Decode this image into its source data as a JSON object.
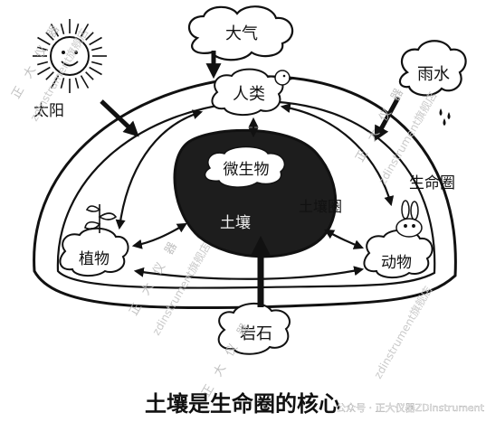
{
  "diagram": {
    "title": "土壤是生命圈的核心",
    "nodes": {
      "atmosphere": "大气",
      "sun": "太阳",
      "rain": "雨水",
      "humans": "人类",
      "microbes": "微生物",
      "soil_sphere": "土壤圈",
      "soil": "土壤",
      "biosphere": "生命圈",
      "plants": "植物",
      "animals": "动物",
      "rock": "岩石"
    }
  },
  "watermark": {
    "chars": [
      "正",
      "大",
      "仪",
      "器"
    ],
    "store": "zdinstrument旗舰店",
    "credit": "公众号 · 正大仪器ZDinstrument"
  }
}
